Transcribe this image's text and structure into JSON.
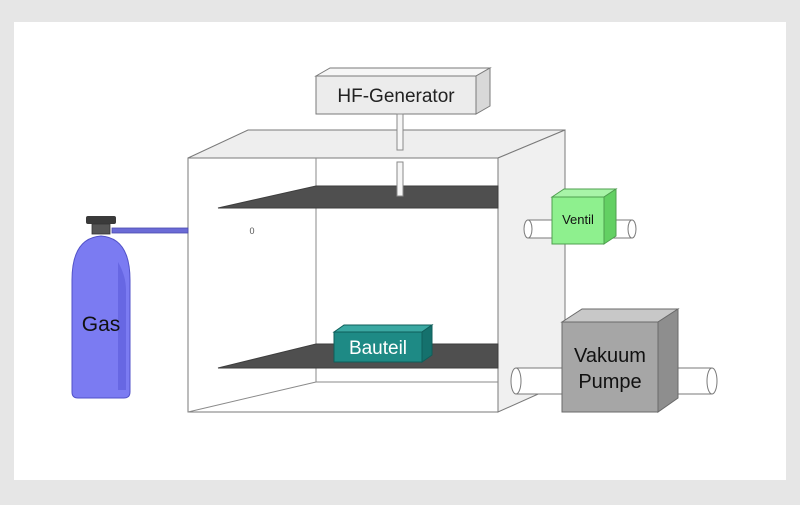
{
  "labels": {
    "hf_generator": "HF-Generator",
    "gas": "Gas",
    "ventil": "Ventil",
    "bauteil": "Bauteil",
    "vakuum_line1": "Vakuum",
    "vakuum_line2": "Pumpe",
    "marker": "0"
  },
  "colors": {
    "background": "#e6e6e6",
    "panel": "#ffffff",
    "stroke": "#7a7a7a",
    "chamber_top": "#eeeeee",
    "chamber_side": "#f0f0f0",
    "electrode": "#4f4f4f",
    "gas_cylinder": "#7b7bf2",
    "gas_cylinder_dark": "#5a5ad8",
    "gas_pipe": "#6b6bd6",
    "valve_green": "#8ef08e",
    "valve_green_side": "#63d063",
    "part_teal": "#1e8a85",
    "part_teal_top": "#3aa8a2",
    "pump_gray": "#a6a6a6",
    "pump_gray_top": "#c8c8c8",
    "generator_gray": "#ececec",
    "cylinder_cap": "#3a3a3a"
  }
}
